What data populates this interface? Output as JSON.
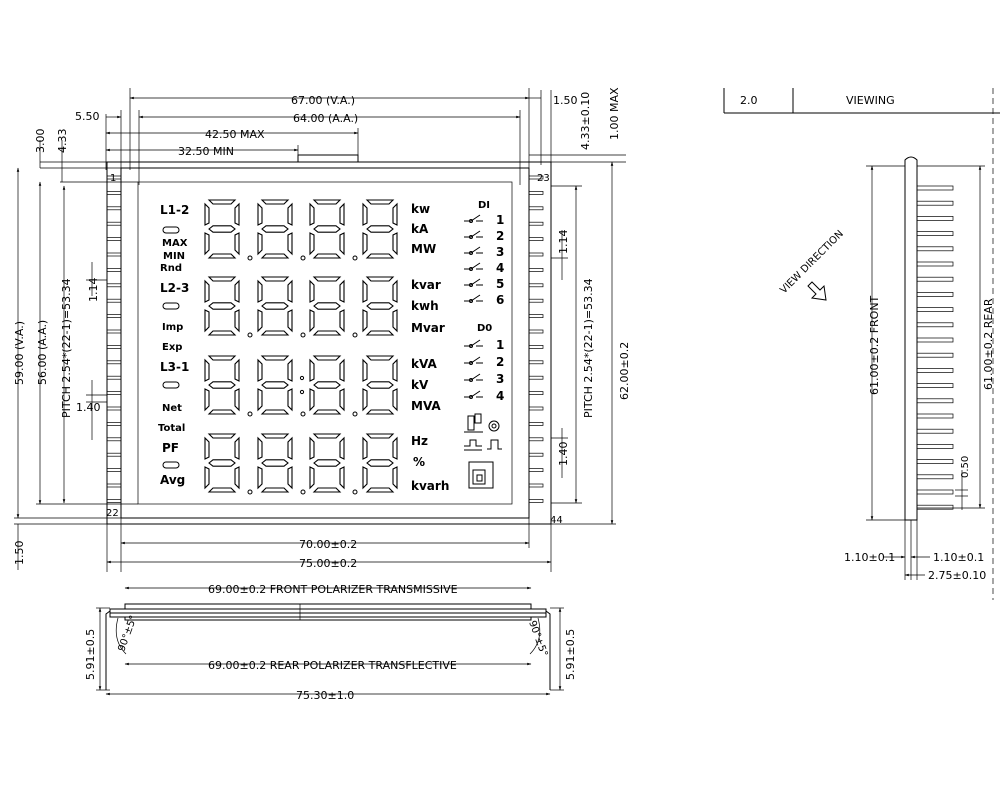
{
  "front": {
    "dims": {
      "va_width": "67.00 (V.A.)",
      "aa_width": "64.00 (A.A.)",
      "left_offset": "5.50",
      "right_offset": "1.50",
      "max_4250": "42.50 MAX",
      "min_3250": "32.50 MIN",
      "top_300": "3.00",
      "top_433": "4.33",
      "top_433_tol": "4.33±0.10",
      "top_100max": "1.00 MAX",
      "va_height": "59.00 (V.A.)",
      "aa_height": "56.00 (A.A.)",
      "pitch_left": "PITCH 2.54*(22-1)=53.34",
      "pitch_right": "PITCH 2.54*(22-1)=53.34",
      "pin_114_left": "1.14",
      "pin_140_left": "1.40",
      "pin_114_right": "1.14",
      "pin_140_right": "1.40",
      "height_total": "62.00±0.2",
      "bottom_150": "1.50",
      "width_70": "70.00±0.2",
      "width_75": "75.00±0.2"
    },
    "pins": {
      "p1": "1",
      "p22": "22",
      "p23": "23",
      "p44": "44"
    },
    "left_labels": [
      "L1-2",
      "MAX",
      "MIN",
      "Rnd",
      "L2-3",
      "Imp",
      "Exp",
      "L3-1",
      "Net",
      "Total",
      "PF",
      "Avg"
    ],
    "units": [
      "kw",
      "kA",
      "MW",
      "kvar",
      "kwh",
      "Mvar",
      "kVA",
      "kV",
      "MVA",
      "Hz",
      "%",
      "kvarh"
    ],
    "di": {
      "title": "DI",
      "nums": [
        "1",
        "2",
        "3",
        "4",
        "5",
        "6"
      ]
    },
    "do": {
      "title": "D0",
      "nums": [
        "1",
        "2",
        "3",
        "4"
      ]
    }
  },
  "side": {
    "dims": {
      "front_pol": "69.00±0.2 FRONT POLARIZER TRANSMISSIVE",
      "rear_pol": "69.00±0.2 REAR POLARIZER TRANSFLECTIVE",
      "height_left": "5.91±0.5",
      "height_right": "5.91±0.5",
      "angle_left": "90°±5°",
      "angle_right": "90°±5°",
      "total_width": "75.30±1.0"
    }
  },
  "viewing": {
    "section_number": "2.0",
    "section_title": "VIEWING",
    "view_direction": "VIEW DIRECTION",
    "front_dim": "61.00±0.2 FRONT",
    "rear_dim": "61.00±0.2 REAR",
    "pin_gap": "0.50",
    "pin_w_left": "1.10±0.1",
    "pin_w_right": "1.10±0.1",
    "thickness": "2.75±0.10"
  }
}
